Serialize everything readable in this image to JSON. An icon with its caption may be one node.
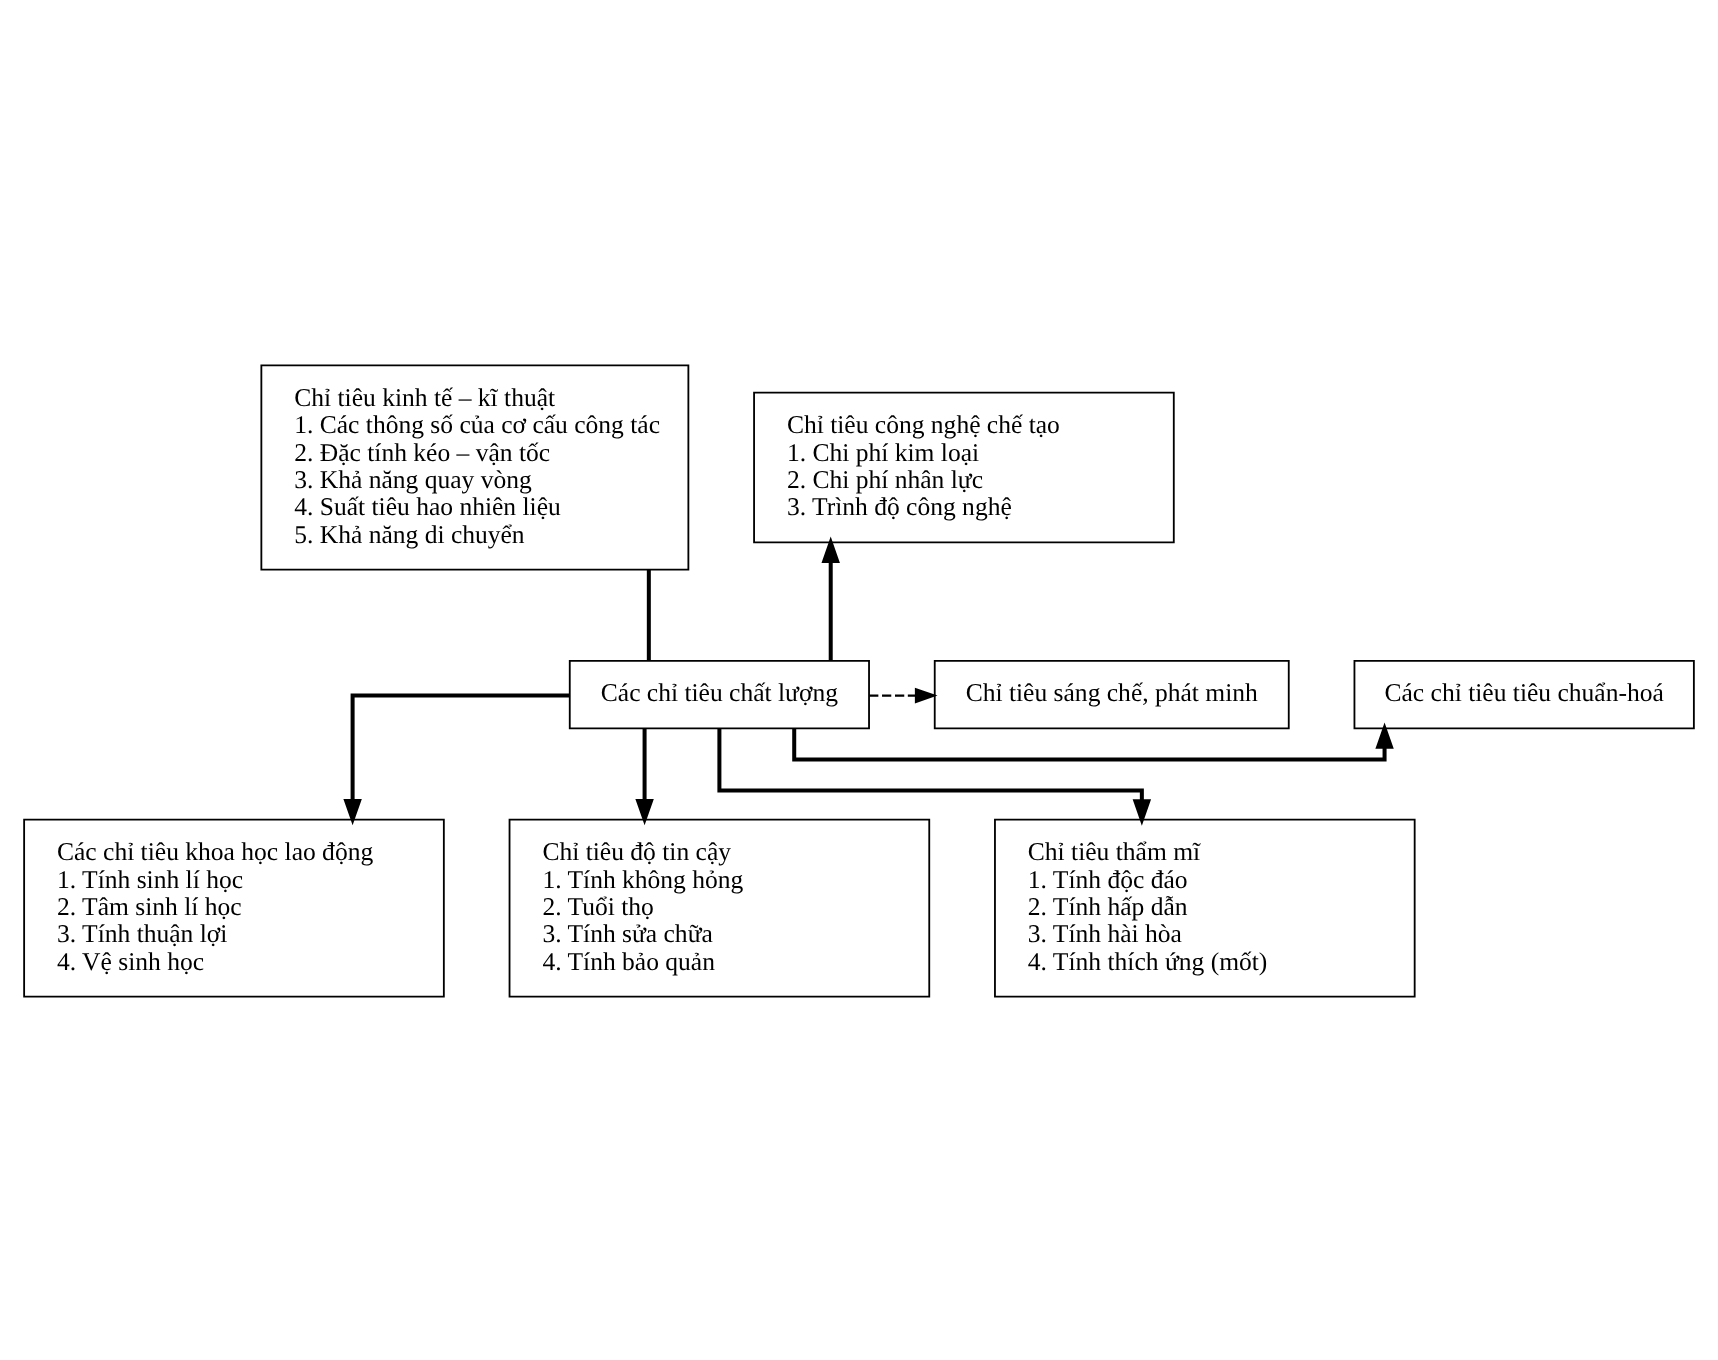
{
  "diagram": {
    "nodes": [
      {
        "text": [
          "Chỉ tiêu kinh tế – kĩ thuật",
          "1. Các thông số của cơ cấu công tác",
          "2. Đặc tính kéo – vận tốc",
          "3. Khả năng quay vòng",
          "4. Suất tiêu hao nhiên liệu",
          "5. Khả năng di chuyển"
        ]
      },
      {
        "text": [
          "Chỉ tiêu công nghệ chế tạo",
          "1. Chi phí kim loại",
          "2. Chi phí nhân lực",
          "3. Trình độ công nghệ"
        ]
      },
      {
        "text": [
          "Chỉ tiêu sáng chế, phát minh"
        ]
      },
      {
        "text": [
          "Các chỉ tiêu chất lượng"
        ]
      },
      {
        "text": [
          "Các chỉ tiêu tiêu chuẩn-hoá"
        ]
      },
      {
        "text": [
          "Các chỉ tiêu khoa học lao động",
          "1. Tính sinh lí học",
          "2. Tâm sinh lí học",
          "3. Tính thuận lợi",
          "4. Vệ sinh học"
        ]
      },
      {
        "text": [
          "Chỉ tiêu độ tin cậy",
          "1. Tính không hỏng",
          "2. Tuổi thọ",
          "3. Tính sửa chữa",
          "4. Tính bảo quản"
        ]
      },
      {
        "text": [
          "Chỉ tiêu thẩm mĩ",
          "1. Tính độc đáo",
          "2. Tính hấp dẫn",
          "3. Tính hài hòa",
          "4. Tính thích ứng (mốt)"
        ]
      }
    ],
    "edges": [
      {
        "from": 3,
        "to": 0,
        "arrow": "none"
      },
      {
        "from": 3,
        "to": 1,
        "arrow": "to"
      },
      {
        "from": 3,
        "to": 2,
        "arrow": "to",
        "style": "dashed"
      },
      {
        "from": 3,
        "to": 4,
        "arrow": "to"
      },
      {
        "from": 3,
        "to": 5,
        "arrow": "to"
      },
      {
        "from": 3,
        "to": 6,
        "arrow": "to"
      },
      {
        "from": 3,
        "to": 7,
        "arrow": "to"
      }
    ]
  }
}
